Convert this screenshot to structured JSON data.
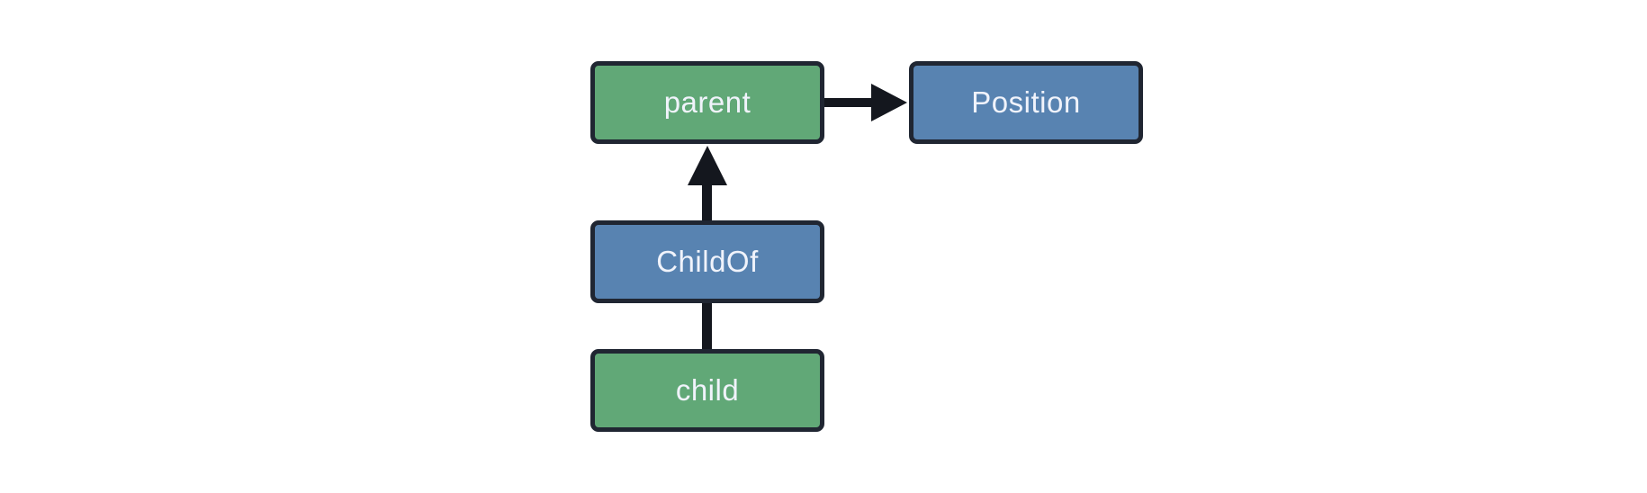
{
  "diagram": {
    "background_color": "#ffffff",
    "node_border_color": "#202632",
    "node_text_color": "#f0f3fb",
    "connector_color": "#14171e",
    "nodes": {
      "parent": {
        "label": "parent",
        "fill": "#61a877",
        "kind": "entity"
      },
      "position": {
        "label": "Position",
        "fill": "#5883b1",
        "kind": "component"
      },
      "childof": {
        "label": "ChildOf",
        "fill": "#5883b1",
        "kind": "relationship"
      },
      "child": {
        "label": "child",
        "fill": "#61a877",
        "kind": "entity"
      }
    },
    "edges": [
      {
        "from": "parent",
        "to": "Position",
        "style": "arrow"
      },
      {
        "from": "ChildOf",
        "to": "parent",
        "style": "arrow"
      },
      {
        "from": "child",
        "to": "ChildOf",
        "style": "line"
      }
    ]
  }
}
